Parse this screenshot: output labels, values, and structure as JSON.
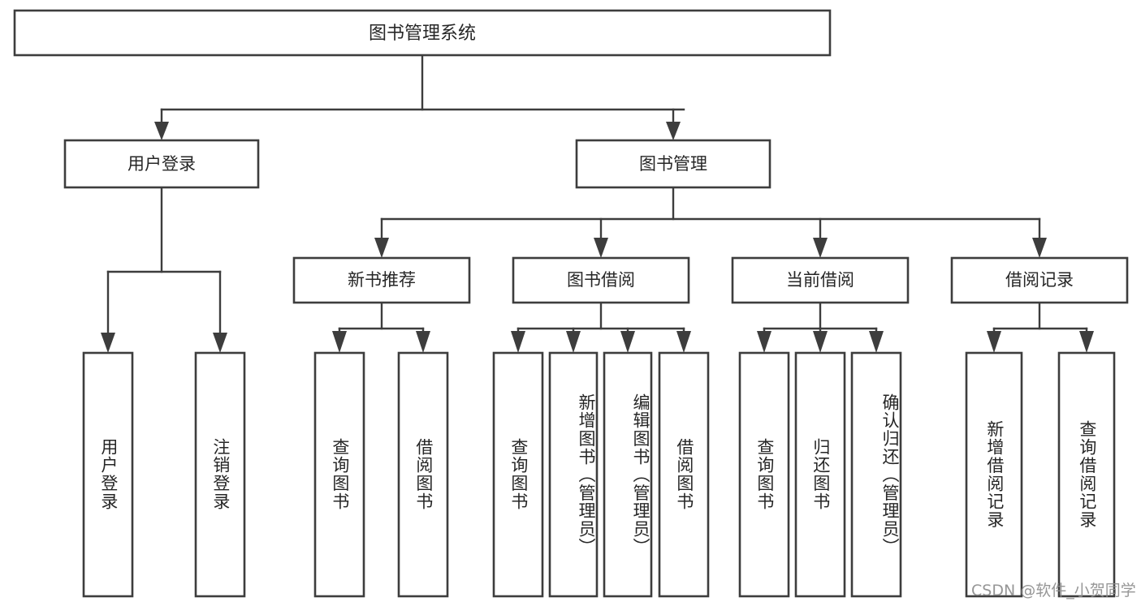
{
  "diagram": {
    "type": "tree-hierarchy",
    "title": "图书管理系统",
    "orientation": "top-down",
    "colors": {
      "box_stroke": "#3d3d3d",
      "box_fill": "#ffffff",
      "connector": "#3d3d3d",
      "text": "#262626",
      "watermark": "#8e8e8e",
      "background": "#ffffff"
    },
    "nodes": {
      "root": {
        "label": "图书管理系统"
      },
      "level2": [
        {
          "id": "user-login",
          "label": "用户登录"
        },
        {
          "id": "book-manage",
          "label": "图书管理"
        }
      ],
      "level3": [
        {
          "id": "new-book-recommend",
          "label": "新书推荐"
        },
        {
          "id": "book-borrow",
          "label": "图书借阅"
        },
        {
          "id": "current-borrow",
          "label": "当前借阅"
        },
        {
          "id": "borrow-record",
          "label": "借阅记录"
        }
      ],
      "leaves": [
        {
          "id": "leaf-user-login",
          "label": "用户登录",
          "parent": "user-login"
        },
        {
          "id": "leaf-logout-login",
          "label": "注销登录",
          "parent": "user-login"
        },
        {
          "id": "leaf-query-book-1",
          "label": "查询图书",
          "parent": "new-book-recommend"
        },
        {
          "id": "leaf-borrow-book-1",
          "label": "借阅图书",
          "parent": "new-book-recommend"
        },
        {
          "id": "leaf-query-book-2",
          "label": "查询图书",
          "parent": "book-borrow"
        },
        {
          "id": "leaf-add-book",
          "label": "新增图书（管理员）",
          "parent": "book-borrow"
        },
        {
          "id": "leaf-edit-book",
          "label": "编辑图书（管理员）",
          "parent": "book-borrow"
        },
        {
          "id": "leaf-borrow-book-2",
          "label": "借阅图书",
          "parent": "book-borrow"
        },
        {
          "id": "leaf-query-book-3",
          "label": "查询图书",
          "parent": "current-borrow"
        },
        {
          "id": "leaf-return-book",
          "label": "归还图书",
          "parent": "current-borrow"
        },
        {
          "id": "leaf-confirm-return",
          "label": "确认归还（管理员）",
          "parent": "current-borrow"
        },
        {
          "id": "leaf-add-record",
          "label": "新增借阅记录",
          "parent": "borrow-record"
        },
        {
          "id": "leaf-query-record",
          "label": "查询借阅记录",
          "parent": "borrow-record"
        }
      ]
    },
    "watermark": "CSDN @软件_小贺同学"
  }
}
